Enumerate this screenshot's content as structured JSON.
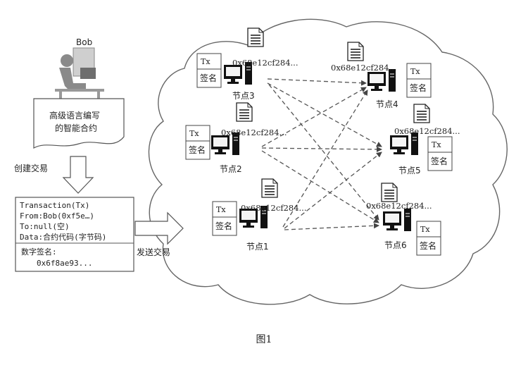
{
  "user": {
    "name": "Bob"
  },
  "contract_doc": {
    "line1": "高级语言编写",
    "line2": "的智能合约"
  },
  "create_label": "创建交易",
  "send_label": "发送交易",
  "transaction": {
    "lines": [
      "Transaction(Tx)",
      "From:Bob(0xf5e…)",
      "To:null(空)",
      "Data:合约代码(字节码)"
    ],
    "sig_label": "数字签名:",
    "sig_value": "0x6f8ae93..."
  },
  "tx_box": {
    "top": "Tx",
    "bottom": "签名"
  },
  "nodes": [
    {
      "id": "node3",
      "label": "节点3",
      "hash": "0x68e12cf284..."
    },
    {
      "id": "node4",
      "label": "节点4",
      "hash": "0x68e12cf284..."
    },
    {
      "id": "node2",
      "label": "节点2",
      "hash": "0x68e12cf284..."
    },
    {
      "id": "node5",
      "label": "节点5",
      "hash": "0x68e12cf284..."
    },
    {
      "id": "node1",
      "label": "节点1",
      "hash": "0x68e12cf284..."
    },
    {
      "id": "node6",
      "label": "节点6",
      "hash": "0x68e12cf284..."
    }
  ],
  "caption": "图1"
}
